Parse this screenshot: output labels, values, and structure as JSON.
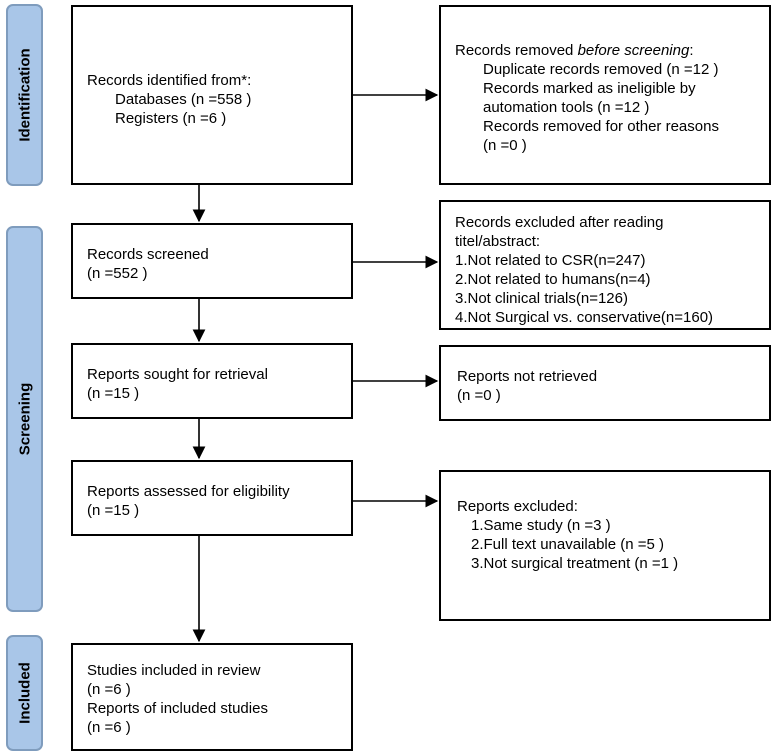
{
  "phases": {
    "identification": "Identification",
    "screening": "Screening",
    "included": "Included"
  },
  "identified": {
    "title": "Records identified from*:",
    "databases": "Databases (n =558 )",
    "registers": "Registers (n =6 )"
  },
  "removed": {
    "title_pre": "Records removed ",
    "title_em": "before screening",
    "title_post": ":",
    "line1": "Duplicate records removed  (n =12 )",
    "line2": "Records marked as ineligible by",
    "line3": "automation tools (n =12 )",
    "line4": "Records removed for other reasons",
    "line5": "(n =0 )"
  },
  "screened": {
    "title": "Records screened",
    "count": "(n =552 )"
  },
  "excluded_abstract": {
    "line1": "Records excluded after reading",
    "line2": "titel/abstract:",
    "line3": "1.Not related to CSR(n=247)",
    "line4": "2.Not related to humans(n=4)",
    "line5": "3.Not clinical trials(n=126)",
    "line6": "4.Not Surgical vs. conservative(n=160)"
  },
  "sought": {
    "title": "Reports sought for retrieval",
    "count": "(n =15 )"
  },
  "not_retrieved": {
    "title": "Reports not retrieved",
    "count": "(n =0 )"
  },
  "assessed": {
    "title": "Reports assessed for eligibility",
    "count": "(n =15 )"
  },
  "reports_excluded": {
    "title": "Reports excluded:",
    "line1": "1.Same study (n =3 )",
    "line2": "2.Full text unavailable (n =5 )",
    "line3": "3.Not surgical treatment (n =1 )"
  },
  "included": {
    "line1": "Studies included in review",
    "line2": "(n =6 )",
    "line3": "Reports of included studies",
    "line4": "(n =6 )"
  },
  "colors": {
    "phase_fill": "#a9c6e8",
    "phase_border": "#7f9cbd",
    "box_border": "#000000"
  }
}
